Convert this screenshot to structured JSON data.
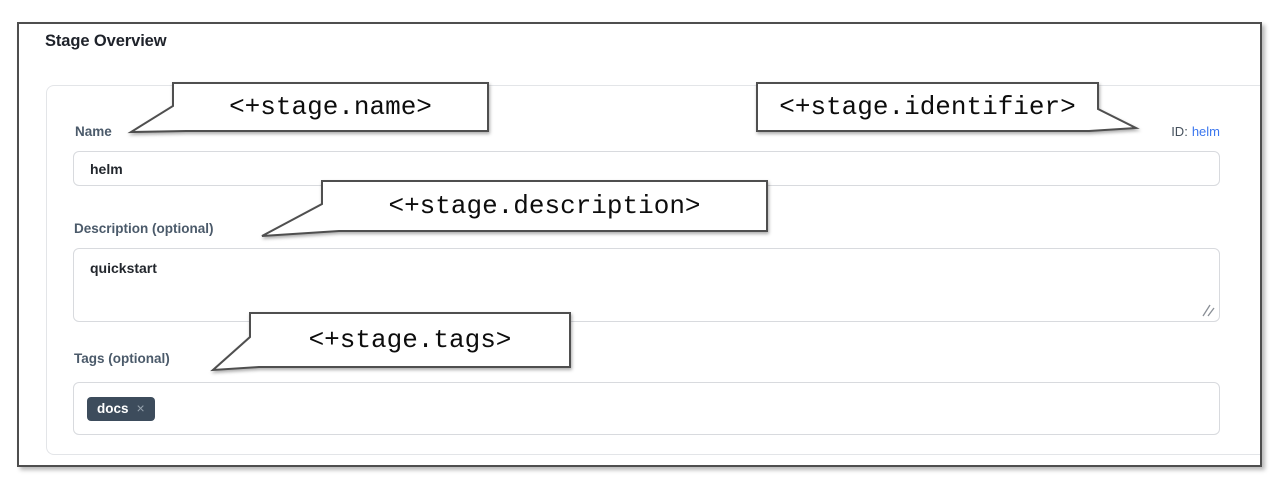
{
  "title": "Stage Overview",
  "annotations": {
    "name": "<+stage.name>",
    "identifier": "<+stage.identifier>",
    "description": "<+stage.description>",
    "tags": "<+stage.tags>"
  },
  "form": {
    "name": {
      "label": "Name",
      "value": "helm"
    },
    "id": {
      "label": "ID:",
      "value": "helm"
    },
    "description": {
      "label": "Description (optional)",
      "value": "quickstart"
    },
    "tags": {
      "label": "Tags (optional)",
      "chips": [
        {
          "label": "docs",
          "remove_icon": "×"
        }
      ]
    }
  },
  "colors": {
    "id_link_blue": "#3b77ef",
    "tag_chip_bg": "#3d4c5c",
    "label_slate": "#4b5a6a",
    "callout_border": "#4f4f4f"
  }
}
